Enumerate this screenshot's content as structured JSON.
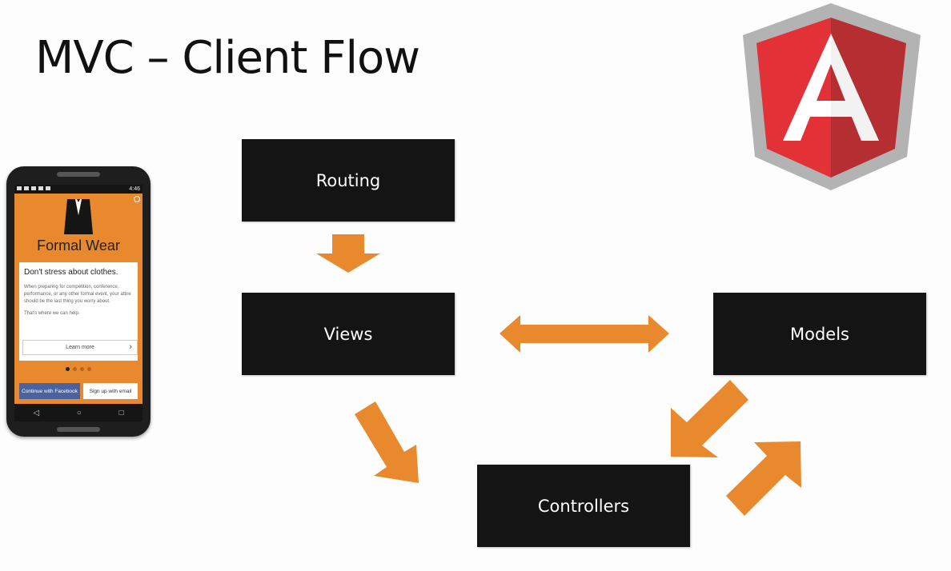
{
  "slide": {
    "title": "MVC – Client Flow"
  },
  "diagram": {
    "nodes": {
      "routing": "Routing",
      "views": "Views",
      "models": "Models",
      "controllers": "Controllers"
    },
    "edges": [
      {
        "from": "Routing",
        "to": "Views",
        "direction": "one-way"
      },
      {
        "from": "Views",
        "to": "Models",
        "direction": "two-way"
      },
      {
        "from": "Views",
        "to": "Controllers",
        "direction": "one-way"
      },
      {
        "from": "Models",
        "to": "Controllers",
        "direction": "one-way"
      },
      {
        "from": "Controllers",
        "to": "Models",
        "direction": "one-way"
      }
    ],
    "arrow_color": "#e8892e",
    "box_color": "#141414"
  },
  "logo": {
    "letter": "A",
    "shield_color": "#e23237",
    "rim_color": "#b3b3b3"
  },
  "phone": {
    "status_time": "4:46",
    "app_title": "Formal Wear",
    "card_heading": "Don't stress about clothes.",
    "card_body": "When preparing for competition, conference, performance, or any other formal event, your attire should be the last thing you worry about.",
    "card_help": "That's where we can help.",
    "learn_more": "Learn more",
    "facebook_button": "Continue with Facebook",
    "email_button": "Sign up with email",
    "nav_back": "◁",
    "nav_home": "○",
    "nav_recent": "□",
    "screen_color": "#e8892e"
  }
}
